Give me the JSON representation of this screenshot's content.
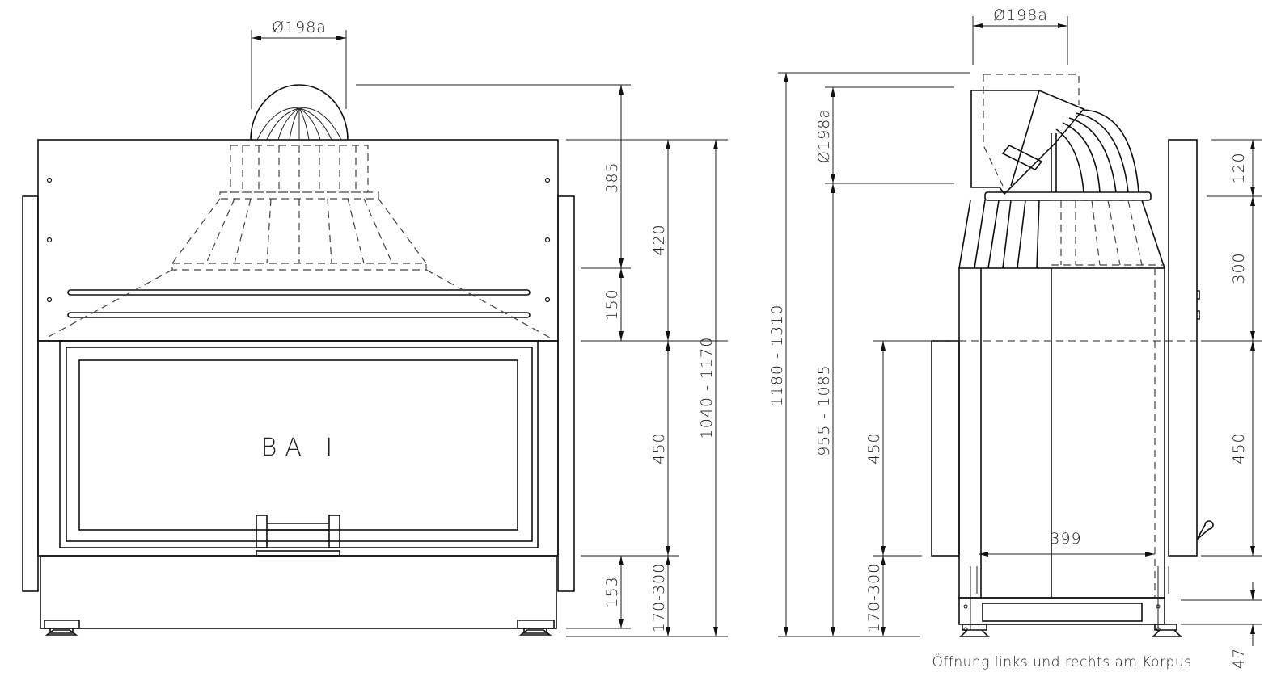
{
  "front_view": {
    "label": "BA I",
    "dims": {
      "flue_diameter": "Ø198a",
      "d385": "385",
      "d150": "150",
      "d153": "153",
      "d420": "420",
      "d450": "450",
      "d170_300": "170-300",
      "d1040_1170": "1040 - 1170"
    }
  },
  "side_view": {
    "dims": {
      "flue_diameter_top": "Ø198a",
      "flue_diameter_side": "Ø198a",
      "d1180_1310": "1180 - 1310",
      "d955_1085": "955 - 1085",
      "d450_left": "450",
      "d170_300": "170-300",
      "d120": "120",
      "d300": "300",
      "d450_right": "450",
      "d47": "47",
      "d399": "399"
    },
    "caption": "Öffnung links und rechts am Korpus"
  }
}
